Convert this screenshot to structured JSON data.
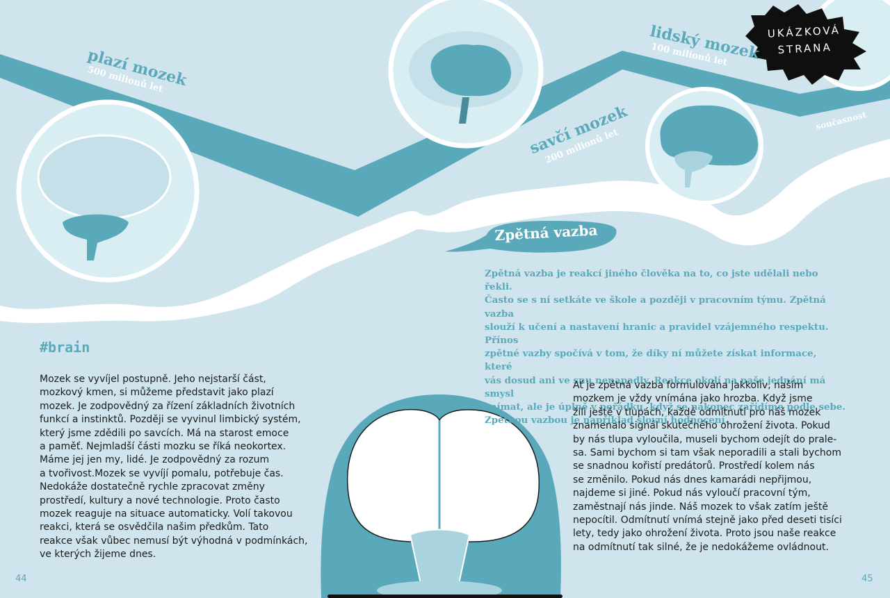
{
  "eras": {
    "reptile": {
      "title": "plazí mozek",
      "subtitle": "500 milionů let"
    },
    "mammal": {
      "title": "savčí mozek",
      "subtitle": "200 milionů let"
    },
    "human": {
      "title": "lidský mozek",
      "subtitle": "100 milionů let"
    },
    "present": {
      "label": "současnost"
    }
  },
  "badge": {
    "text": "UKÁZKOVÁ\nSTRANA"
  },
  "feedback": {
    "title": "Zpětná vazba",
    "text": "Zpětná vazba je reakcí jiného člověka na to, co jste udělali nebo řekli.\nČasto se s ní setkáte ve škole a později v pracovním týmu. Zpětná vazba\nslouží k učení a nastavení hranic a pravidel vzájemného respektu. Přínos\nzpětné vazby spočívá v tom, že díky ní můžete získat informace, které\nvás dosud ani ve snu nenapadly. Reakce okolí na naše jednání má smysl\nvnímat, ale je úplně v pořádku, když se nakonec zařídíme podle sebe.\nZpětnou vazbou je například slovní hodnocení."
  },
  "left": {
    "hashtag": "#brain",
    "text": "Mozek se vyvíjel postupně. Jeho nejstarší část,\nmozkový kmen, si můžeme představit jako plazí\nmozek. Je zodpovědný za řízení základních životních\nfunkcí a  instinktů. Později se vyvinul limbický systém,\nkterý jsme zdědili po savcích. Má na starost emoce\na paměť. Nejmladší části mozku se říká neokortex.\nMáme jej jen my, lidé. Je zodpovědný za rozum\na tvořivost.Mozek se vyvíjí pomalu, potřebuje čas.\nNedokáže dostatečně rychle zpracovat změny\nprostředí, kultury a nové technologie. Proto často\nmozek reaguje na situace automaticky. Volí takovou\nreakci, která se osvědčila našim předkům. Tato\nreakce však vůbec nemusí být výhodná v podmínkách,\nve kterých žijeme dnes."
  },
  "right": {
    "text": "Ať je zpětná vazba formulována jakkoliv, naším\nmozkem je vždy vnímána jako hrozba. Když jsme\nžili ještě v tlupách, každé odmítnutí pro náš mozek\nznamenalo signál skutečného ohrožení života. Pokud\nby nás tlupa vyloučila, museli bychom odejít do prale-\nsa. Sami bychom si tam však neporadili a stali bychom\nse snadnou kořistí predátorů. Prostředí kolem nás\nse změnilo. Pokud nás dnes kamarádi nepřijmou,\nnajdeme si jiné. Pokud nás vyloučí pracovní tým,\nzaměstnají nás jinde. Náš mozek to však zatím ještě\nnepocítil. Odmítnutí vnímá stejně jako před deseti tisíci\nlety, tedy jako ohrožení života. Proto jsou naše reakce\nna odmítnutí tak silné, že je nedokážeme ovládnout."
  },
  "pages": {
    "left": "44",
    "right": "45"
  },
  "colors": {
    "background": "#cfe4ec",
    "accent": "#5aa9bb",
    "white": "#ffffff",
    "text": "#1a1a1a"
  }
}
